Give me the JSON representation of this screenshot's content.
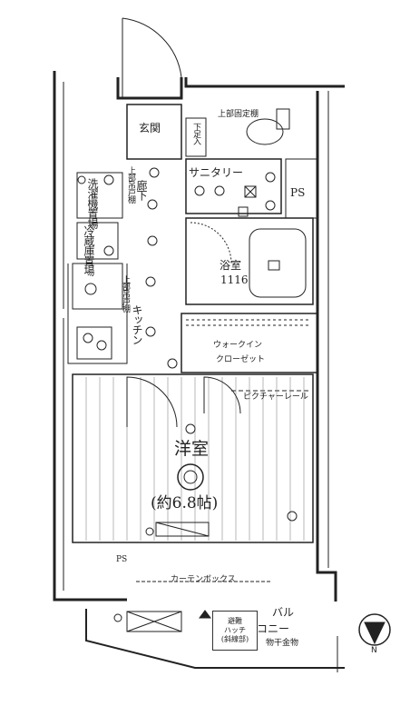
{
  "rooms": {
    "entrance": "玄関",
    "shoe_storage": "下足入",
    "upper_shelf_top": "上部固定棚",
    "sanitary": "サニタリー",
    "ps_top": "PS",
    "corridor": "廊下",
    "corridor_shelf": "上部吊戸棚",
    "laundry": "洗濯機置場",
    "fridge": "冷蔵庫置場",
    "bathroom": "浴室",
    "bathroom_size": "1116",
    "kitchen_shelf": "上部吊戸棚",
    "kitchen": "キッチン",
    "walk_in_1": "ウォークイン",
    "walk_in_2": "クローゼット",
    "picture_rail": "ピクチャーレール",
    "western_room": "洋室",
    "western_room_size": "(約6.8帖)",
    "ps_bottom": "PS",
    "curtain_box": "カーテンボックス",
    "balcony_1": "バル",
    "balcony_2": "コニー",
    "clothes_hanger": "物干金物",
    "hatch_line1": "避難",
    "hatch_line2": "ハッチ",
    "hatch_line3": "(斜線部)",
    "north": "N"
  }
}
